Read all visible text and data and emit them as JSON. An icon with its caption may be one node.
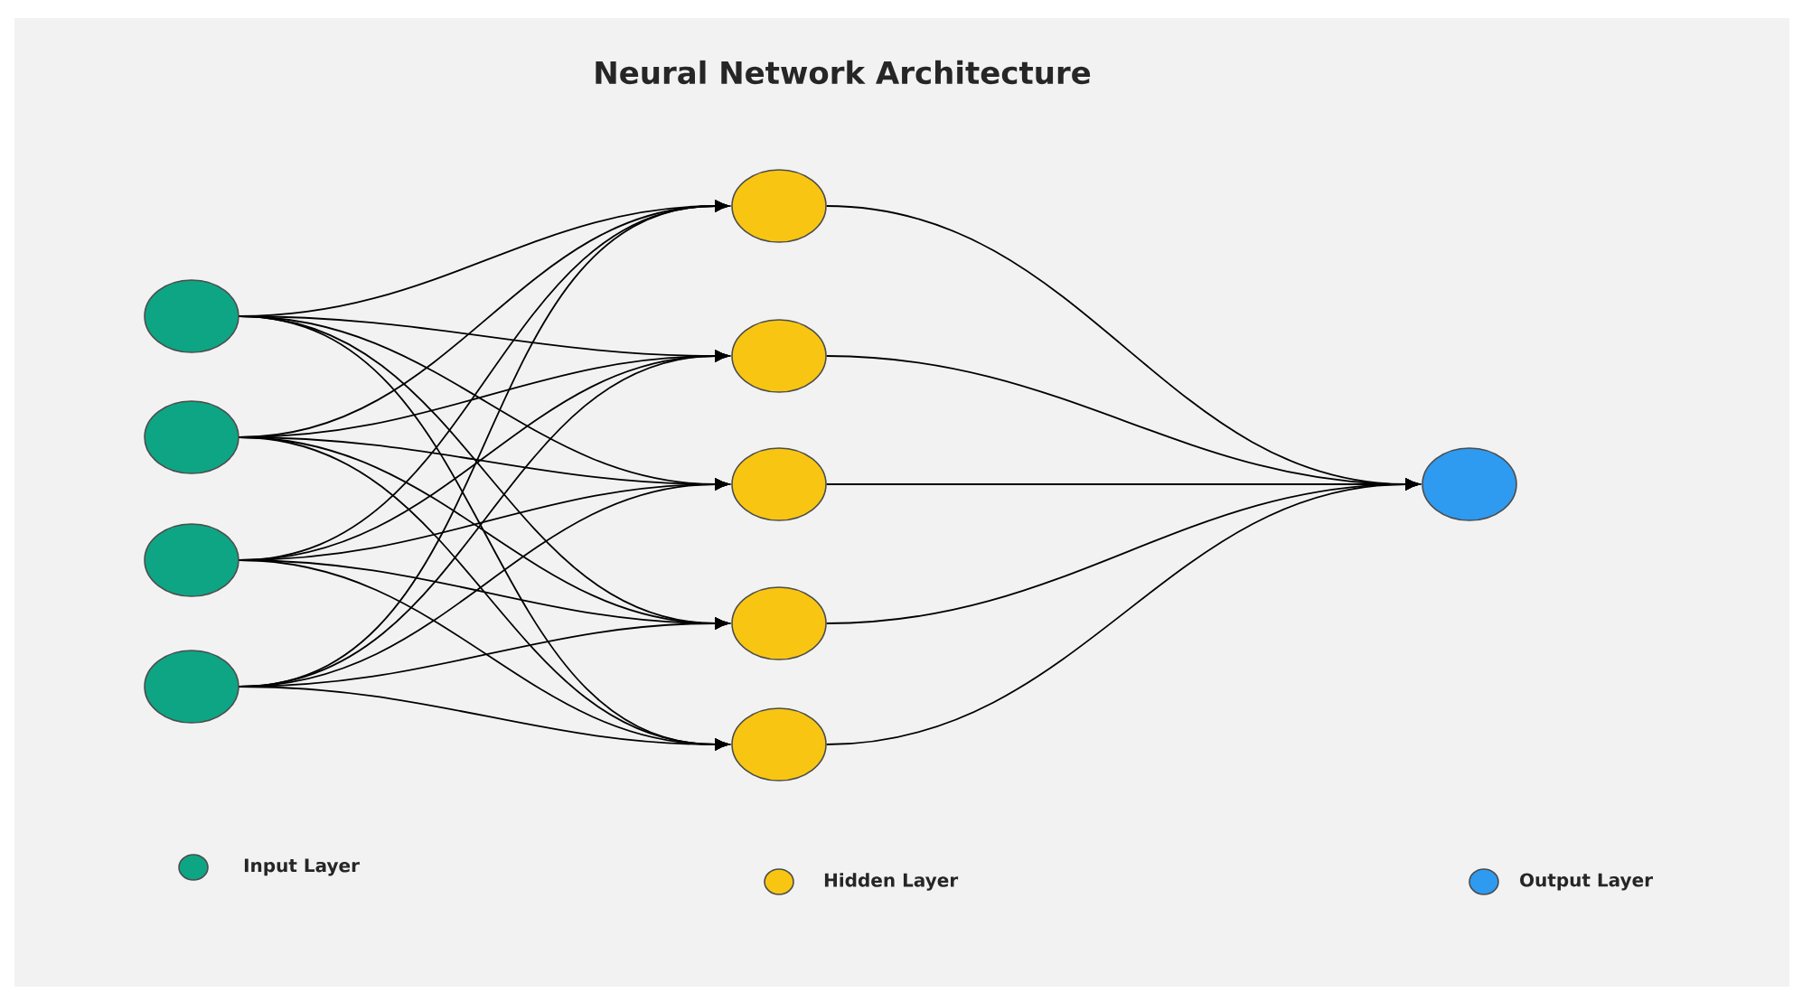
{
  "diagram": {
    "title": "Neural Network Architecture",
    "nodes": [
      {
        "text": [],
        "shape": "circle"
      },
      {
        "text": [],
        "shape": "circle"
      },
      {
        "text": [],
        "shape": "circle"
      },
      {
        "text": [],
        "shape": "circle"
      },
      {
        "text": [],
        "shape": "circle"
      },
      {
        "text": [],
        "shape": "circle"
      },
      {
        "text": [],
        "shape": "circle"
      },
      {
        "text": [],
        "shape": "circle"
      },
      {
        "text": [],
        "shape": "circle"
      },
      {
        "text": [],
        "shape": "circle"
      }
    ],
    "edges": [
      {
        "from": 0,
        "to": 4,
        "arrow": "to"
      },
      {
        "from": 0,
        "to": 5,
        "arrow": "to"
      },
      {
        "from": 0,
        "to": 6,
        "arrow": "to"
      },
      {
        "from": 0,
        "to": 7,
        "arrow": "to"
      },
      {
        "from": 0,
        "to": 8,
        "arrow": "to"
      },
      {
        "from": 1,
        "to": 4,
        "arrow": "to"
      },
      {
        "from": 1,
        "to": 5,
        "arrow": "to"
      },
      {
        "from": 1,
        "to": 6,
        "arrow": "to"
      },
      {
        "from": 1,
        "to": 7,
        "arrow": "to"
      },
      {
        "from": 1,
        "to": 8,
        "arrow": "to"
      },
      {
        "from": 2,
        "to": 4,
        "arrow": "to"
      },
      {
        "from": 2,
        "to": 5,
        "arrow": "to"
      },
      {
        "from": 2,
        "to": 6,
        "arrow": "to"
      },
      {
        "from": 2,
        "to": 7,
        "arrow": "to"
      },
      {
        "from": 2,
        "to": 8,
        "arrow": "to"
      },
      {
        "from": 3,
        "to": 4,
        "arrow": "to"
      },
      {
        "from": 3,
        "to": 5,
        "arrow": "to"
      },
      {
        "from": 3,
        "to": 6,
        "arrow": "to"
      },
      {
        "from": 3,
        "to": 7,
        "arrow": "to"
      },
      {
        "from": 3,
        "to": 8,
        "arrow": "to"
      },
      {
        "from": 4,
        "to": 9,
        "arrow": "to"
      },
      {
        "from": 5,
        "to": 9,
        "arrow": "to"
      },
      {
        "from": 6,
        "to": 9,
        "arrow": "to"
      },
      {
        "from": 7,
        "to": 9,
        "arrow": "to"
      },
      {
        "from": 8,
        "to": 9,
        "arrow": "to"
      }
    ],
    "legend": [
      {
        "text": "Input Layer",
        "color": "#0ea584"
      },
      {
        "text": "Hidden Layer",
        "color": "#f8c612"
      },
      {
        "text": "Output Layer",
        "color": "#2e9af0"
      }
    ]
  }
}
